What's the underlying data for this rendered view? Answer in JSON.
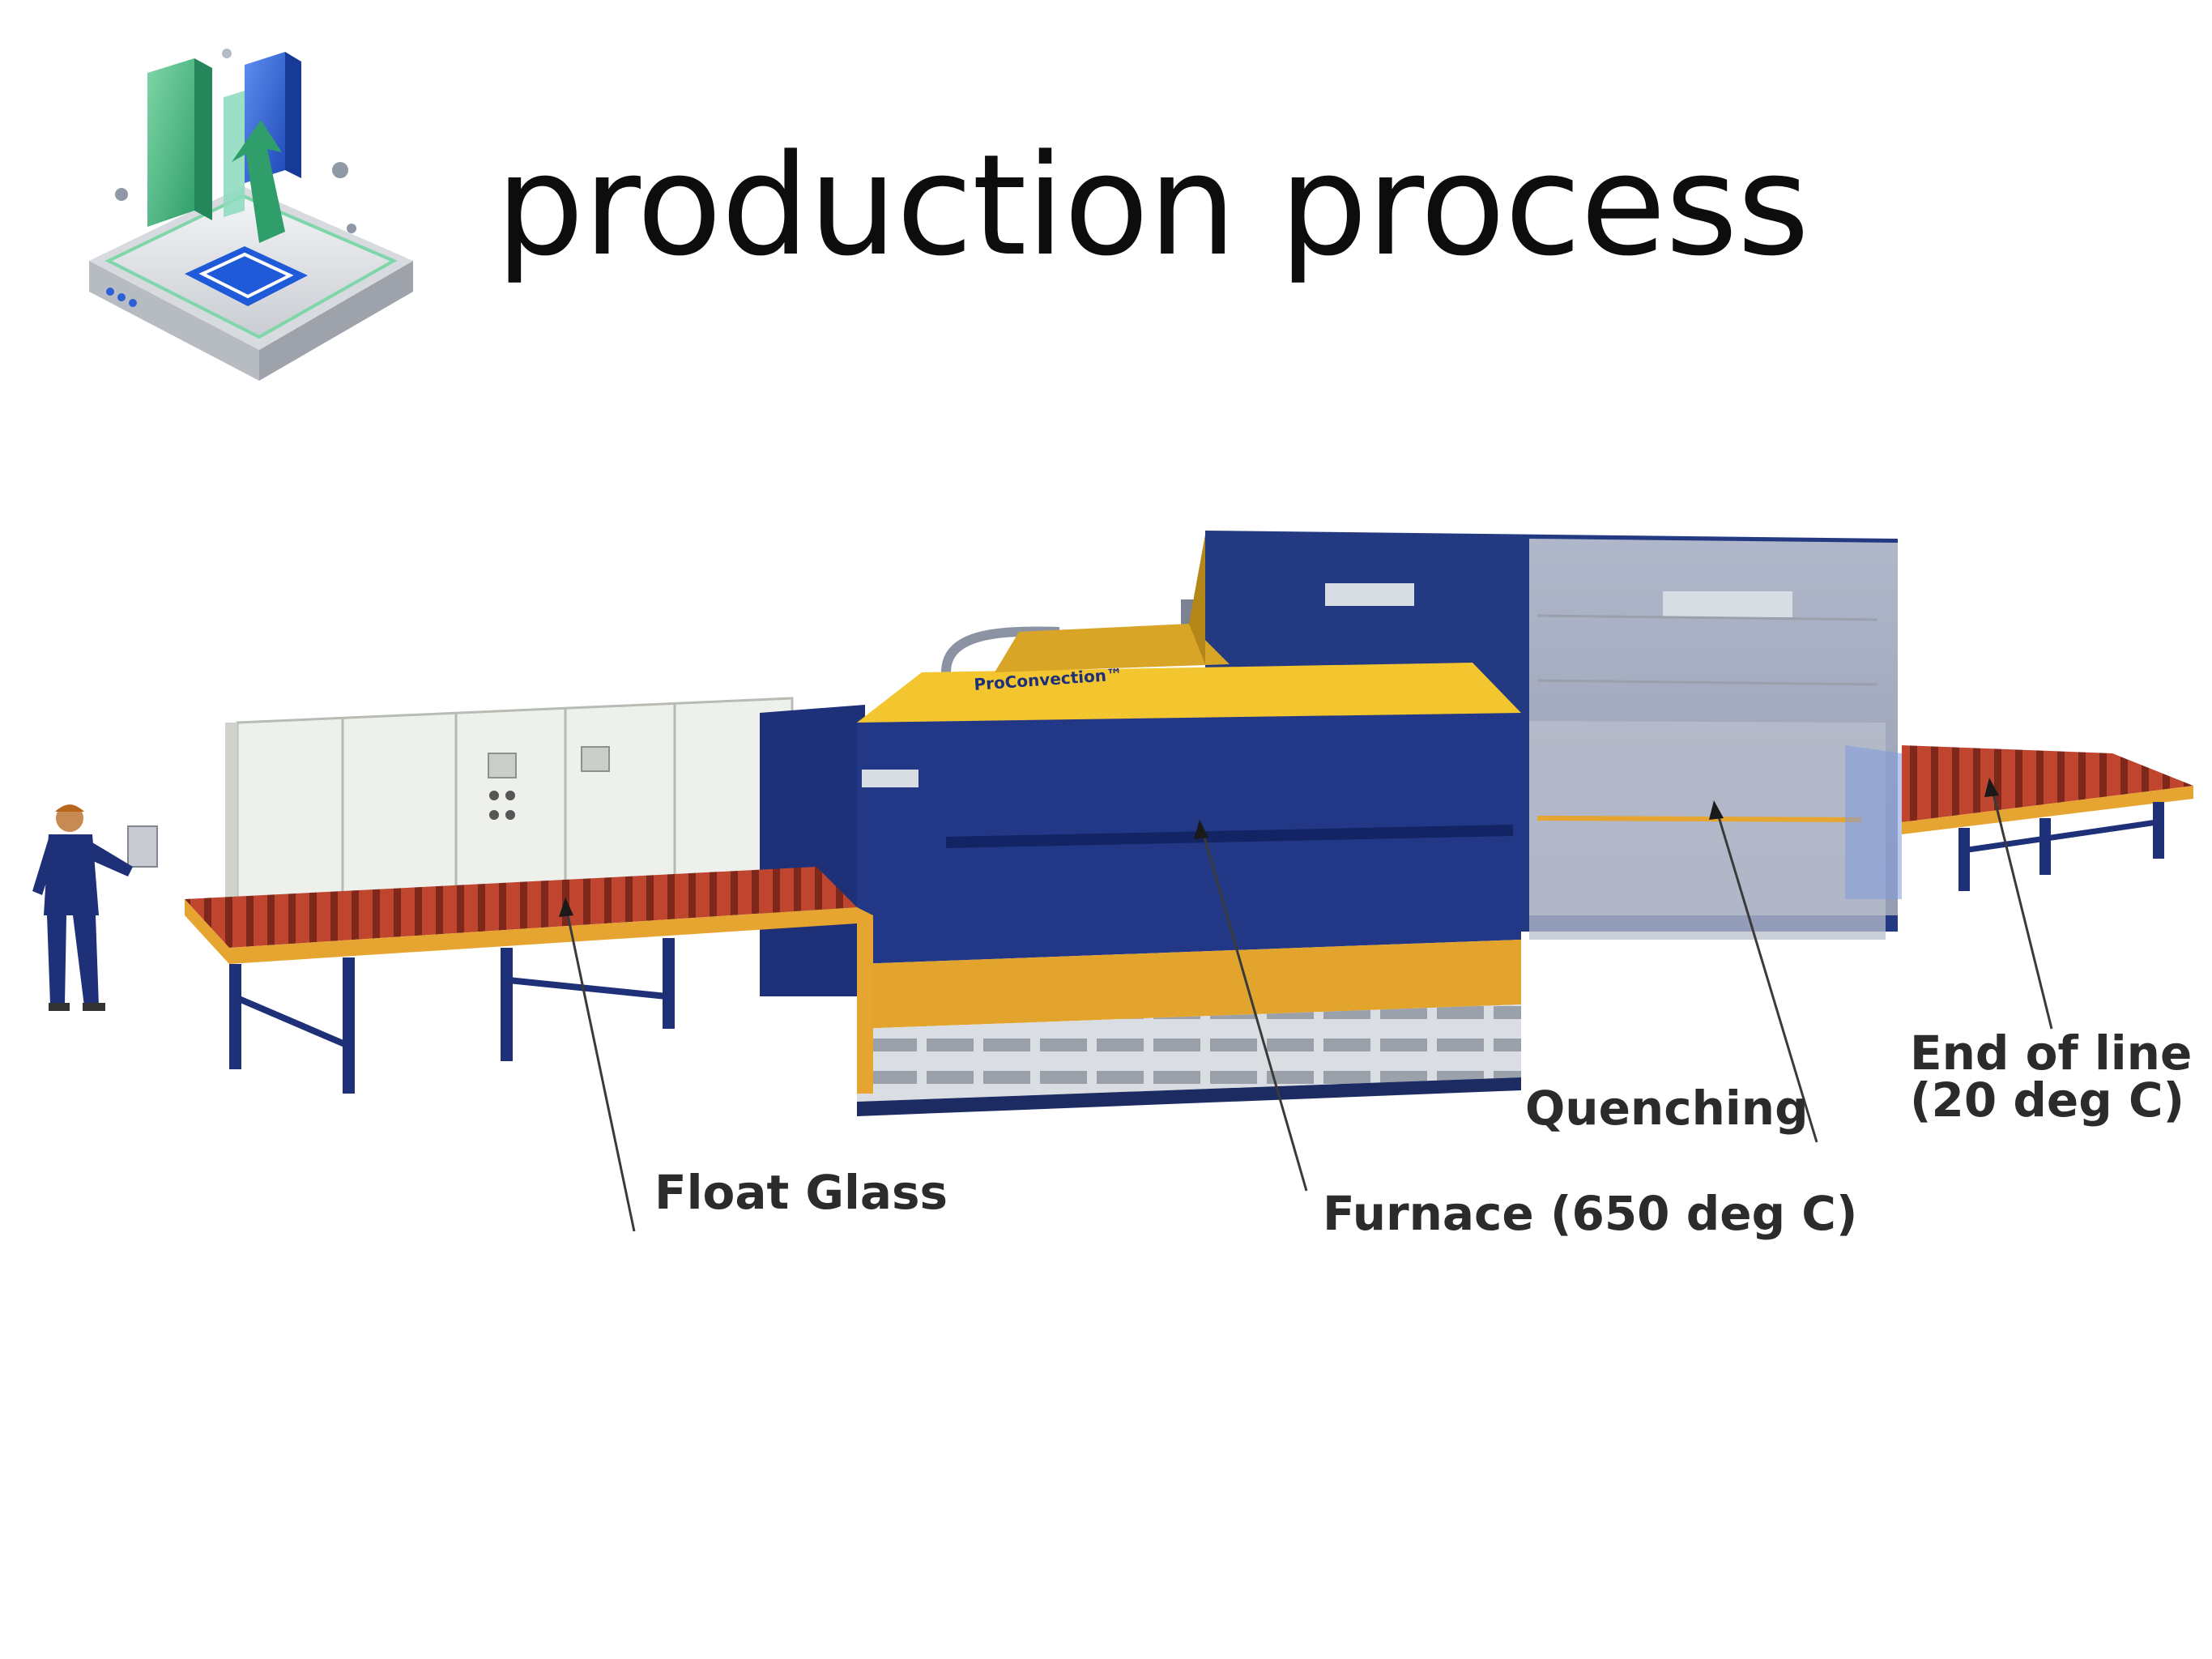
{
  "header": {
    "title": "production process",
    "logo_icon": "bar-chart-growth-icon"
  },
  "diagram": {
    "machine_badge": "ProConvection™",
    "labels": {
      "float_glass": "Float Glass",
      "furnace": "Furnace (650 deg C)",
      "quenching": "Quenching",
      "end_of_line_1": "End of line",
      "end_of_line_2": "(20 deg C)"
    }
  },
  "colors": {
    "navy": "#1e3276",
    "yellow": "#f3c52f",
    "roller_red": "#b83a2a",
    "rail_orange": "#e6a531",
    "steel_grey": "#8c96a6"
  }
}
